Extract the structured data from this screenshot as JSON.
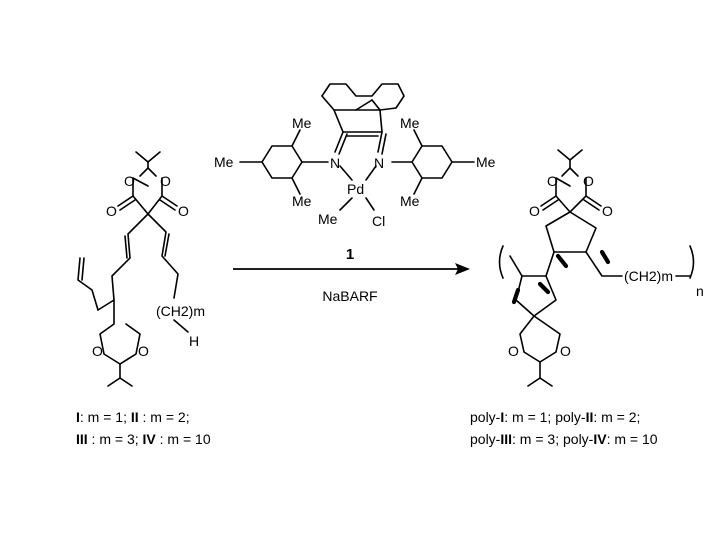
{
  "catalyst": {
    "number": "1",
    "metal": "Pd",
    "chloride": "Cl",
    "nitrogen": "N",
    "methyl": "Me"
  },
  "reagent": "NaBARF",
  "monomer": {
    "oxygen": "O",
    "chain_group": "(CH2)m",
    "terminal_h": "H",
    "line1": {
      "l1": "I",
      "t1": ":  m = 1; ",
      "l2": "II",
      "t2": " :  m = 2;"
    },
    "line2": {
      "l1": "III",
      "t1": " : m = 3; ",
      "l2": "IV",
      "t2": " : m = 10"
    }
  },
  "polymer": {
    "chain_group": "(CH2)m",
    "repeat_subscript": "n",
    "line1": {
      "p1": "poly-",
      "l1": "I",
      "t1": ":   m = 1; poly-",
      "l2": "II",
      "t2": ":  m = 2;"
    },
    "line2": {
      "p1": "poly-",
      "l1": "III",
      "t1": ": m = 3; poly-",
      "l2": "IV",
      "t2": ": m = 10"
    }
  }
}
